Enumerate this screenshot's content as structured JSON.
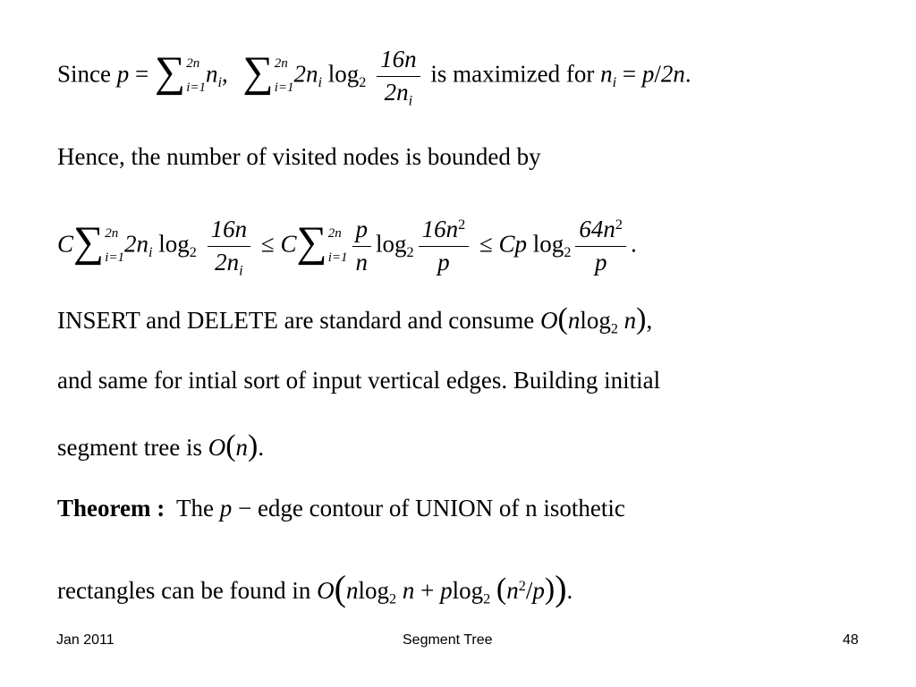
{
  "line1": {
    "since": "Since",
    "p": "p",
    "eq": " = ",
    "sum_upper": "2n",
    "sum_lower": "i=1",
    "n_i": "n",
    "i": "i",
    "comma": ",",
    "two_n": "2n",
    "log": "log",
    "two": "2",
    "frac_num": "16n",
    "frac_den": "2n",
    "is_max": "is maximized for",
    "n": "n",
    "eq2": " = ",
    "p2": "p",
    "slash": "/",
    "two_n2": "2n",
    "period": "."
  },
  "line2": {
    "text": "Hence, the number of visited nodes is bounded by"
  },
  "line3": {
    "C": "C",
    "sum_upper": "2n",
    "sum_lower": "i=1",
    "two_n": "2n",
    "i": "i",
    "log": "log",
    "two": "2",
    "frac1_num": "16n",
    "frac1_den": "2n",
    "le": " ≤ ",
    "C2": "C",
    "frac2_num": "p",
    "frac2_den": "n",
    "frac3_num_base": "16n",
    "frac3_num_exp": "2",
    "frac3_den": "p",
    "Cp": "Cp",
    "frac4_num_base": "64n",
    "frac4_num_exp": "2",
    "frac4_den": "p",
    "period": "."
  },
  "line4": {
    "text": "INSERT and DELETE are standard and consume ",
    "O": "O",
    "lparen": "(",
    "n": "n",
    "log": "log",
    "two": "2",
    "n2": "n",
    "rparen": ")",
    "comma": ","
  },
  "line5": {
    "text": "and same for intial sort of input vertical edges. Building initial"
  },
  "line6": {
    "text": "segment tree is ",
    "O": "O",
    "lparen": "(",
    "n": "n",
    "rparen": ")",
    "period": "."
  },
  "line7": {
    "theorem": "Theorem :",
    "the": "The",
    "p": "p",
    "minus": " − ",
    "rest": "edge contour of UNION of n isothetic"
  },
  "line8": {
    "text": "rectangles can be found in ",
    "O": "O",
    "lparen": "(",
    "n": "n",
    "log": "log",
    "two": "2",
    "n2": "n",
    "plus": " + ",
    "p": "p",
    "log2": "log",
    "two2": "2",
    "lparen2": "(",
    "n3": "n",
    "exp": "2",
    "slash": "/",
    "p2": "p",
    "rparen2": ")",
    "rparen": ")",
    "period": "."
  },
  "footer": {
    "date": "Jan 2011",
    "title": "Segment Tree",
    "page": "48"
  }
}
